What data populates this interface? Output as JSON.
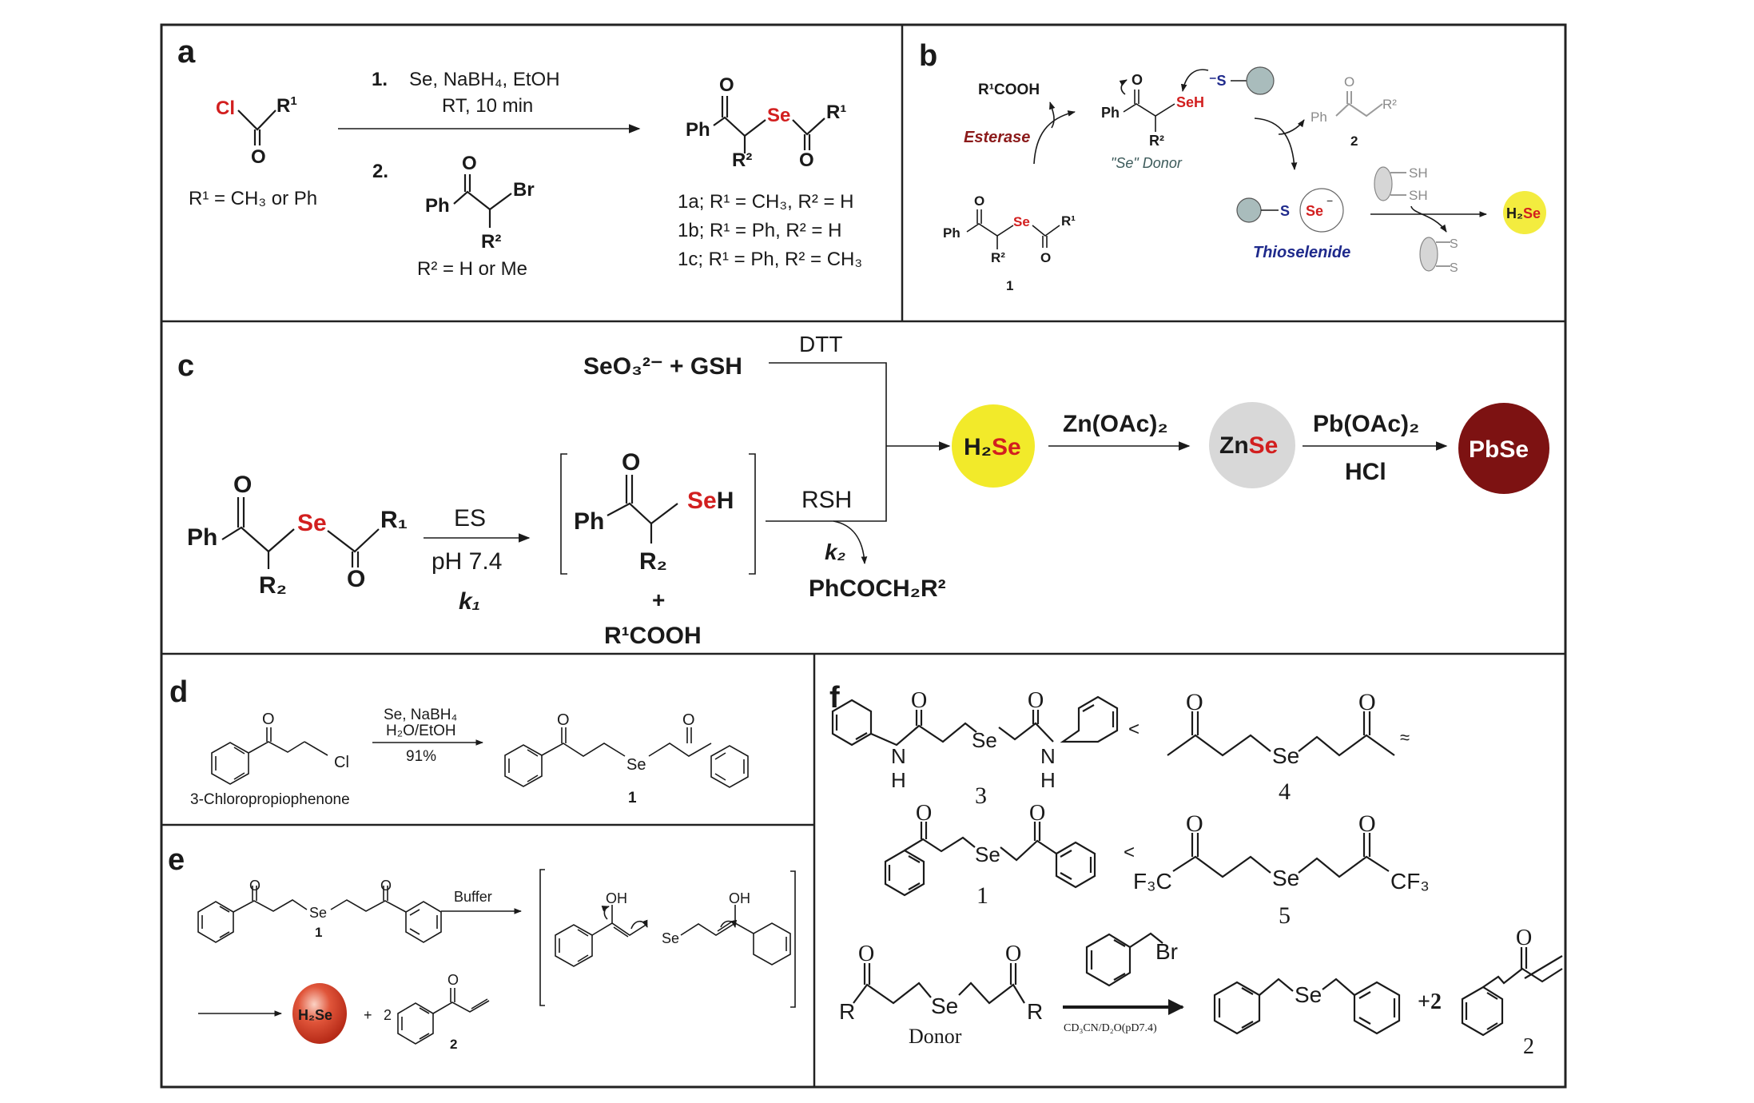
{
  "figure": {
    "panels": {
      "a": {
        "label": "a",
        "reactant_cl": "Cl",
        "reactant_r1": "R",
        "reactant_r1_sup": "1",
        "reactant_o": "O",
        "r1_def": "R¹ = CH₃ or Ph",
        "step1_num": "1.",
        "step1_reagents": "Se, NaBH₄, EtOH",
        "step1_cond": "RT, 10 min",
        "step2_num": "2.",
        "bromoketone_o": "O",
        "bromoketone_ph": "Ph",
        "bromoketone_br": "Br",
        "bromoketone_r2": "R²",
        "r2_def": "R² = H or Me",
        "product_o1": "O",
        "product_ph": "Ph",
        "product_se": "Se",
        "product_r1": "R¹",
        "product_r2": "R²",
        "product_o2": "O",
        "products": [
          "1a; R¹ = CH₃, R² = H",
          "1b; R¹ = Ph, R² = H",
          "1c; R¹ = Ph, R² = CH₃"
        ]
      },
      "b": {
        "label": "b",
        "acid": "R¹COOH",
        "enzyme": "Esterase",
        "donor_o": "O",
        "donor_ph": "Ph",
        "donor_seh": "SeH",
        "donor_r2": "R²",
        "donor_caption": "\"Se\" Donor",
        "thiolate": "⁻S",
        "ketone_o": "O",
        "ketone_ph": "Ph",
        "ketone_r2": "R²",
        "ketone_num": "2",
        "start_o1": "O",
        "start_ph": "Ph",
        "start_se": "Se",
        "start_r1": "R¹",
        "start_r2": "R²",
        "start_o2": "O",
        "start_num": "1",
        "thio_s": "S",
        "thio_se": "Se",
        "thio_charge": "−",
        "thio_caption": "Thioselenide",
        "dithiol_sh1": "SH",
        "dithiol_sh2": "SH",
        "disulfide_s1": "S",
        "disulfide_s2": "S",
        "product_h2": "H₂",
        "product_se": "Se"
      },
      "c": {
        "label": "c",
        "selenite": "SeO₃²⁻ +  GSH",
        "dtt": "DTT",
        "sm_o1": "O",
        "sm_ph": "Ph",
        "sm_se": "Se",
        "sm_r1": "R₁",
        "sm_r2": "R₂",
        "sm_o2": "O",
        "arrow_top": "ES",
        "arrow_mid": "pH 7.4",
        "arrow_k": "k₁",
        "int_o": "O",
        "int_ph": "Ph",
        "int_seh_se": "Se",
        "int_seh_h": "H",
        "int_r2": "R₂",
        "int_plus": "+",
        "int_acid": "R¹COOH",
        "rsh": "RSH",
        "k2": "k₂",
        "byproduct": "PhCOCH₂R²",
        "h2se_h": "H₂",
        "h2se_se": "Se",
        "zn_reagent": "Zn(OAc)₂",
        "znse_zn": "Zn",
        "znse_se": "Se",
        "pb_reagent": "Pb(OAc)₂",
        "pb_reagent2": "HCl",
        "pbse": "PbSe"
      },
      "d": {
        "label": "d",
        "sm_o": "O",
        "sm_cl": "Cl",
        "sm_name": "3-Chloropropiophenone",
        "reagent1": "Se, NaBH₄",
        "reagent2": "H₂O/EtOH",
        "yield": "91%",
        "prod_o1": "O",
        "prod_o2": "O",
        "prod_se": "Se",
        "prod_num": "1"
      },
      "e": {
        "label": "e",
        "sm_o1": "O",
        "sm_o2": "O",
        "sm_se": "Se",
        "sm_num": "1",
        "reagent": "Buffer",
        "int_oh1": "OH",
        "int_oh2": "OH",
        "int_se": "Se",
        "h2se": "H₂Se",
        "plus": "+",
        "coef": "2",
        "prod_o": "O",
        "prod_num": "2"
      },
      "f": {
        "label": "f",
        "c3_o1": "O",
        "c3_o2": "O",
        "c3_n1": "N",
        "c3_h1": "H",
        "c3_n2": "N",
        "c3_h2": "H",
        "c3_se": "Se",
        "c3_num": "3",
        "lt1": "<",
        "c4_o1": "O",
        "c4_o2": "O",
        "c4_se": "Se",
        "c4_num": "4",
        "approx": "≈",
        "c1_o1": "O",
        "c1_o2": "O",
        "c1_se": "Se",
        "c1_num": "1",
        "lt2": "<",
        "c5_o1": "O",
        "c5_o2": "O",
        "c5_se": "Se",
        "c5_cf3a": "F₃C",
        "c5_cf3b": "CF₃",
        "c5_num": "5",
        "donor_o1": "O",
        "donor_o2": "O",
        "donor_r1": "R",
        "donor_r2": "R",
        "donor_se": "Se",
        "donor_label": "Donor",
        "reagent_br": "Br",
        "solvent": "CD₃CN/D₂O(pD7.4)",
        "prod_se": "Se",
        "plus2": "+2",
        "enone_o": "O",
        "enone_num": "2"
      }
    },
    "colors": {
      "selenium_red": "#d21f1f",
      "esterase_red": "#8b1a1a",
      "thioselenide_blue": "#1f2a8c",
      "h2se_yellow": "#f2ea2a",
      "znse_grey": "#d8d8d8",
      "pbse_darkred": "#7d1212",
      "h2se_sphere_red": "#d9442b",
      "protein_teal": "#a9bcbc"
    }
  }
}
